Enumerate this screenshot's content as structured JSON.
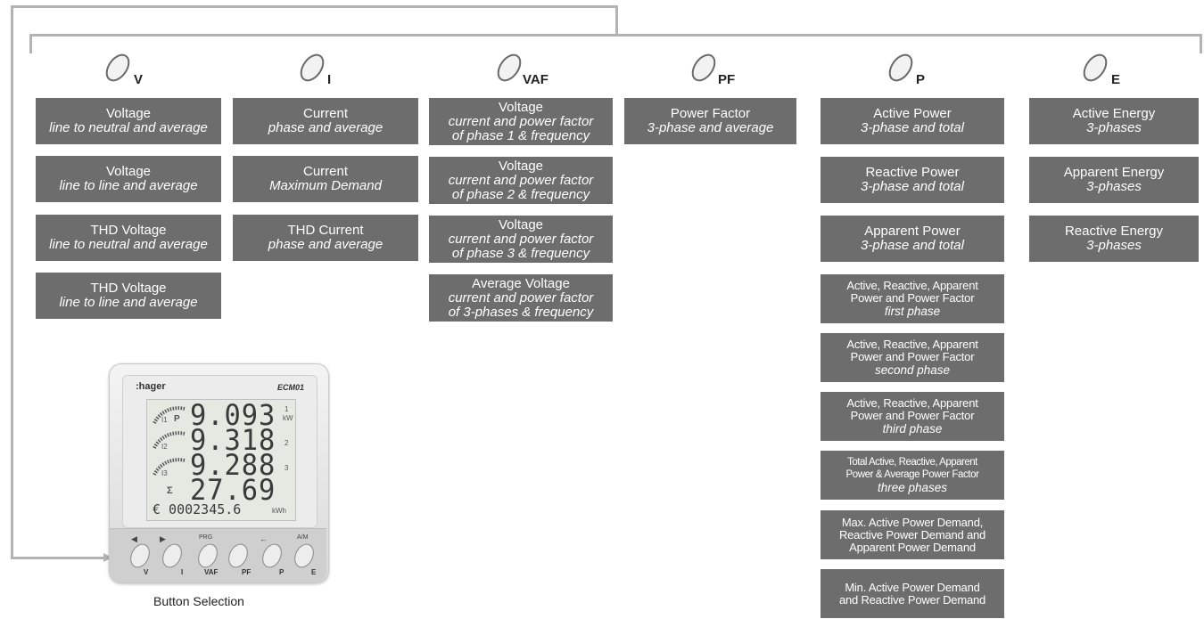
{
  "columns": [
    {
      "key": "V",
      "label": "V",
      "items": [
        {
          "title": "Voltage",
          "subtitle": "line to neutral and average"
        },
        {
          "title": "Voltage",
          "subtitle": "line to line and average"
        },
        {
          "title": "THD Voltage",
          "subtitle": "line to neutral and average"
        },
        {
          "title": "THD Voltage",
          "subtitle": "line to line and average"
        }
      ]
    },
    {
      "key": "I",
      "label": "I",
      "items": [
        {
          "title": "Current",
          "subtitle": "phase and average"
        },
        {
          "title": "Current",
          "subtitle": "Maximum Demand"
        },
        {
          "title": "THD Current",
          "subtitle": "phase and average"
        }
      ]
    },
    {
      "key": "VAF",
      "label": "VAF",
      "items": [
        {
          "title": "Voltage",
          "subtitle": "current and power factor of phase 1 & frequency",
          "sub1": "current and power factor",
          "sub2": "of phase 1 & frequency"
        },
        {
          "title": "Voltage",
          "subtitle": "current and power factor of phase 2 & frequency",
          "sub1": "current and power factor",
          "sub2": "of phase 2 & frequency"
        },
        {
          "title": "Voltage",
          "subtitle": "current and power factor of phase 3 & frequency",
          "sub1": "current and power factor",
          "sub2": "of phase 3 & frequency"
        },
        {
          "title": "Average Voltage",
          "subtitle": "current and power factor of 3-phases & frequency",
          "sub1": "current and power factor",
          "sub2": "of 3-phases & frequency"
        }
      ]
    },
    {
      "key": "PF",
      "label": "PF",
      "items": [
        {
          "title": "Power Factor",
          "subtitle": "3-phase and average"
        }
      ]
    },
    {
      "key": "P",
      "label": "P",
      "items": [
        {
          "title": "Active Power",
          "subtitle": "3-phase and total"
        },
        {
          "title": "Reactive Power",
          "subtitle": "3-phase and total"
        },
        {
          "title": "Apparent Power",
          "subtitle": "3-phase and total"
        },
        {
          "title1": "Active, Reactive, Apparent",
          "title2": "Power and Power Factor",
          "subtitle": "first phase"
        },
        {
          "title1": "Active, Reactive, Apparent",
          "title2": "Power and Power Factor",
          "subtitle": "second phase"
        },
        {
          "title1": "Active, Reactive, Apparent",
          "title2": "Power and Power Factor",
          "subtitle": "third phase"
        },
        {
          "title1": "Total Active, Reactive, Apparent",
          "title2": "Power & Average Power Factor",
          "subtitle": "three phases"
        },
        {
          "title1": "Max. Active Power Demand,",
          "title2": "Reactive Power Demand and",
          "title3": "Apparent Power Demand"
        },
        {
          "title1": "Min. Active Power Demand",
          "title2": "and Reactive Power Demand"
        }
      ]
    },
    {
      "key": "E",
      "label": "E",
      "items": [
        {
          "title": "Active Energy",
          "subtitle": "3-phases"
        },
        {
          "title": "Apparent Energy",
          "subtitle": "3-phases"
        },
        {
          "title": "Reactive Energy",
          "subtitle": "3-phases"
        }
      ]
    }
  ],
  "meter": {
    "brand": ":hager",
    "model": "ECM01",
    "rows": [
      "9.093",
      "9.318",
      "9.288",
      "27.69"
    ],
    "row_units": [
      "1",
      "2",
      "3",
      ""
    ],
    "unit_kw": "kW",
    "energy": "€ 0002345.6",
    "energy_unit": "kWh",
    "labels": {
      "i1": "I1",
      "p": "P",
      "i2": "I2",
      "i3": "I3",
      "sigma": "Σ"
    },
    "keys": [
      {
        "label": "V",
        "arrow": "◀"
      },
      {
        "label": "I",
        "arrow": "▶"
      },
      {
        "label": "VAF",
        "arrow": "PRG"
      },
      {
        "label": "PF",
        "arrow": ""
      },
      {
        "label": "P",
        "arrow": "←"
      },
      {
        "label": "E",
        "arrow": "A/M"
      }
    ]
  },
  "caption": "Button Selection",
  "colors": {
    "box": "#6d6d6d",
    "line": "#b3b3b3",
    "text": "#ffffff"
  }
}
